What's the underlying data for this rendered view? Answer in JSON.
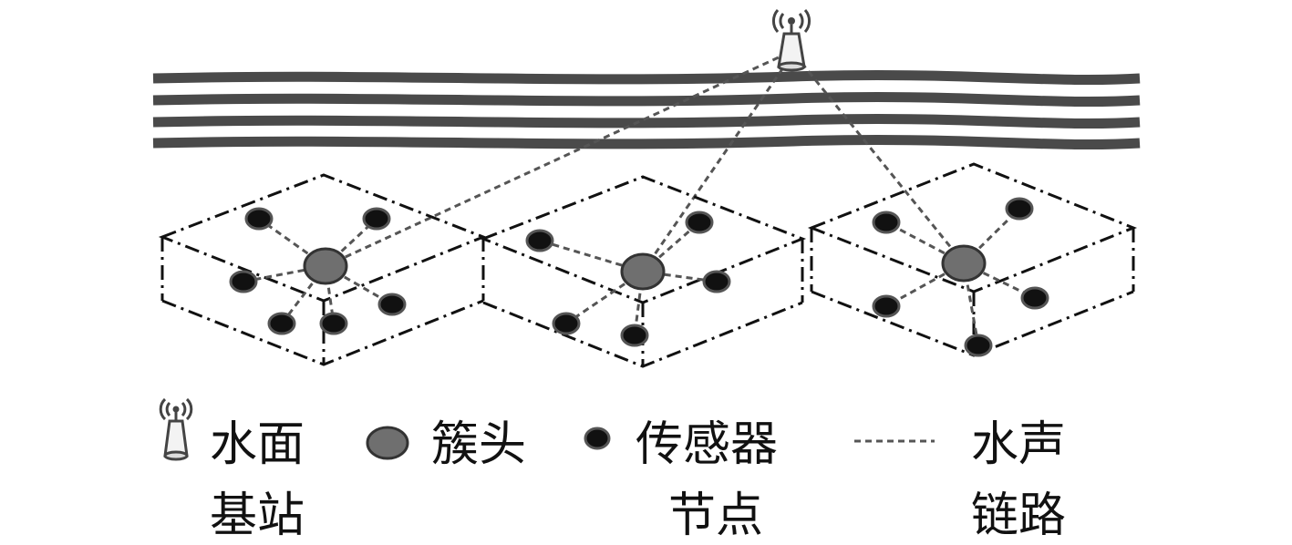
{
  "legend": {
    "surface_station": {
      "icon": "antenna-tower-icon",
      "line1": "水面",
      "line2": "基站"
    },
    "cluster_head": {
      "icon": "large-filled-circle",
      "line1": "簇头"
    },
    "sensor_node": {
      "icon": "small-filled-circle",
      "line1": "传感器",
      "line2": "节点"
    },
    "acoustic_link": {
      "icon": "dashed-line",
      "line1": "水声",
      "line2": "链路"
    }
  },
  "colors": {
    "water_band": "#4a4a4a",
    "cluster_head_fill": "#6f6f6f",
    "sensor_fill": "#111111",
    "node_stroke": "#333333",
    "link": "#555555",
    "cluster_outline": "#111111"
  },
  "clusters": [
    {
      "name": "cluster-1",
      "sensor_count": 6
    },
    {
      "name": "cluster-2",
      "sensor_count": 5
    },
    {
      "name": "cluster-3",
      "sensor_count": 5
    }
  ]
}
